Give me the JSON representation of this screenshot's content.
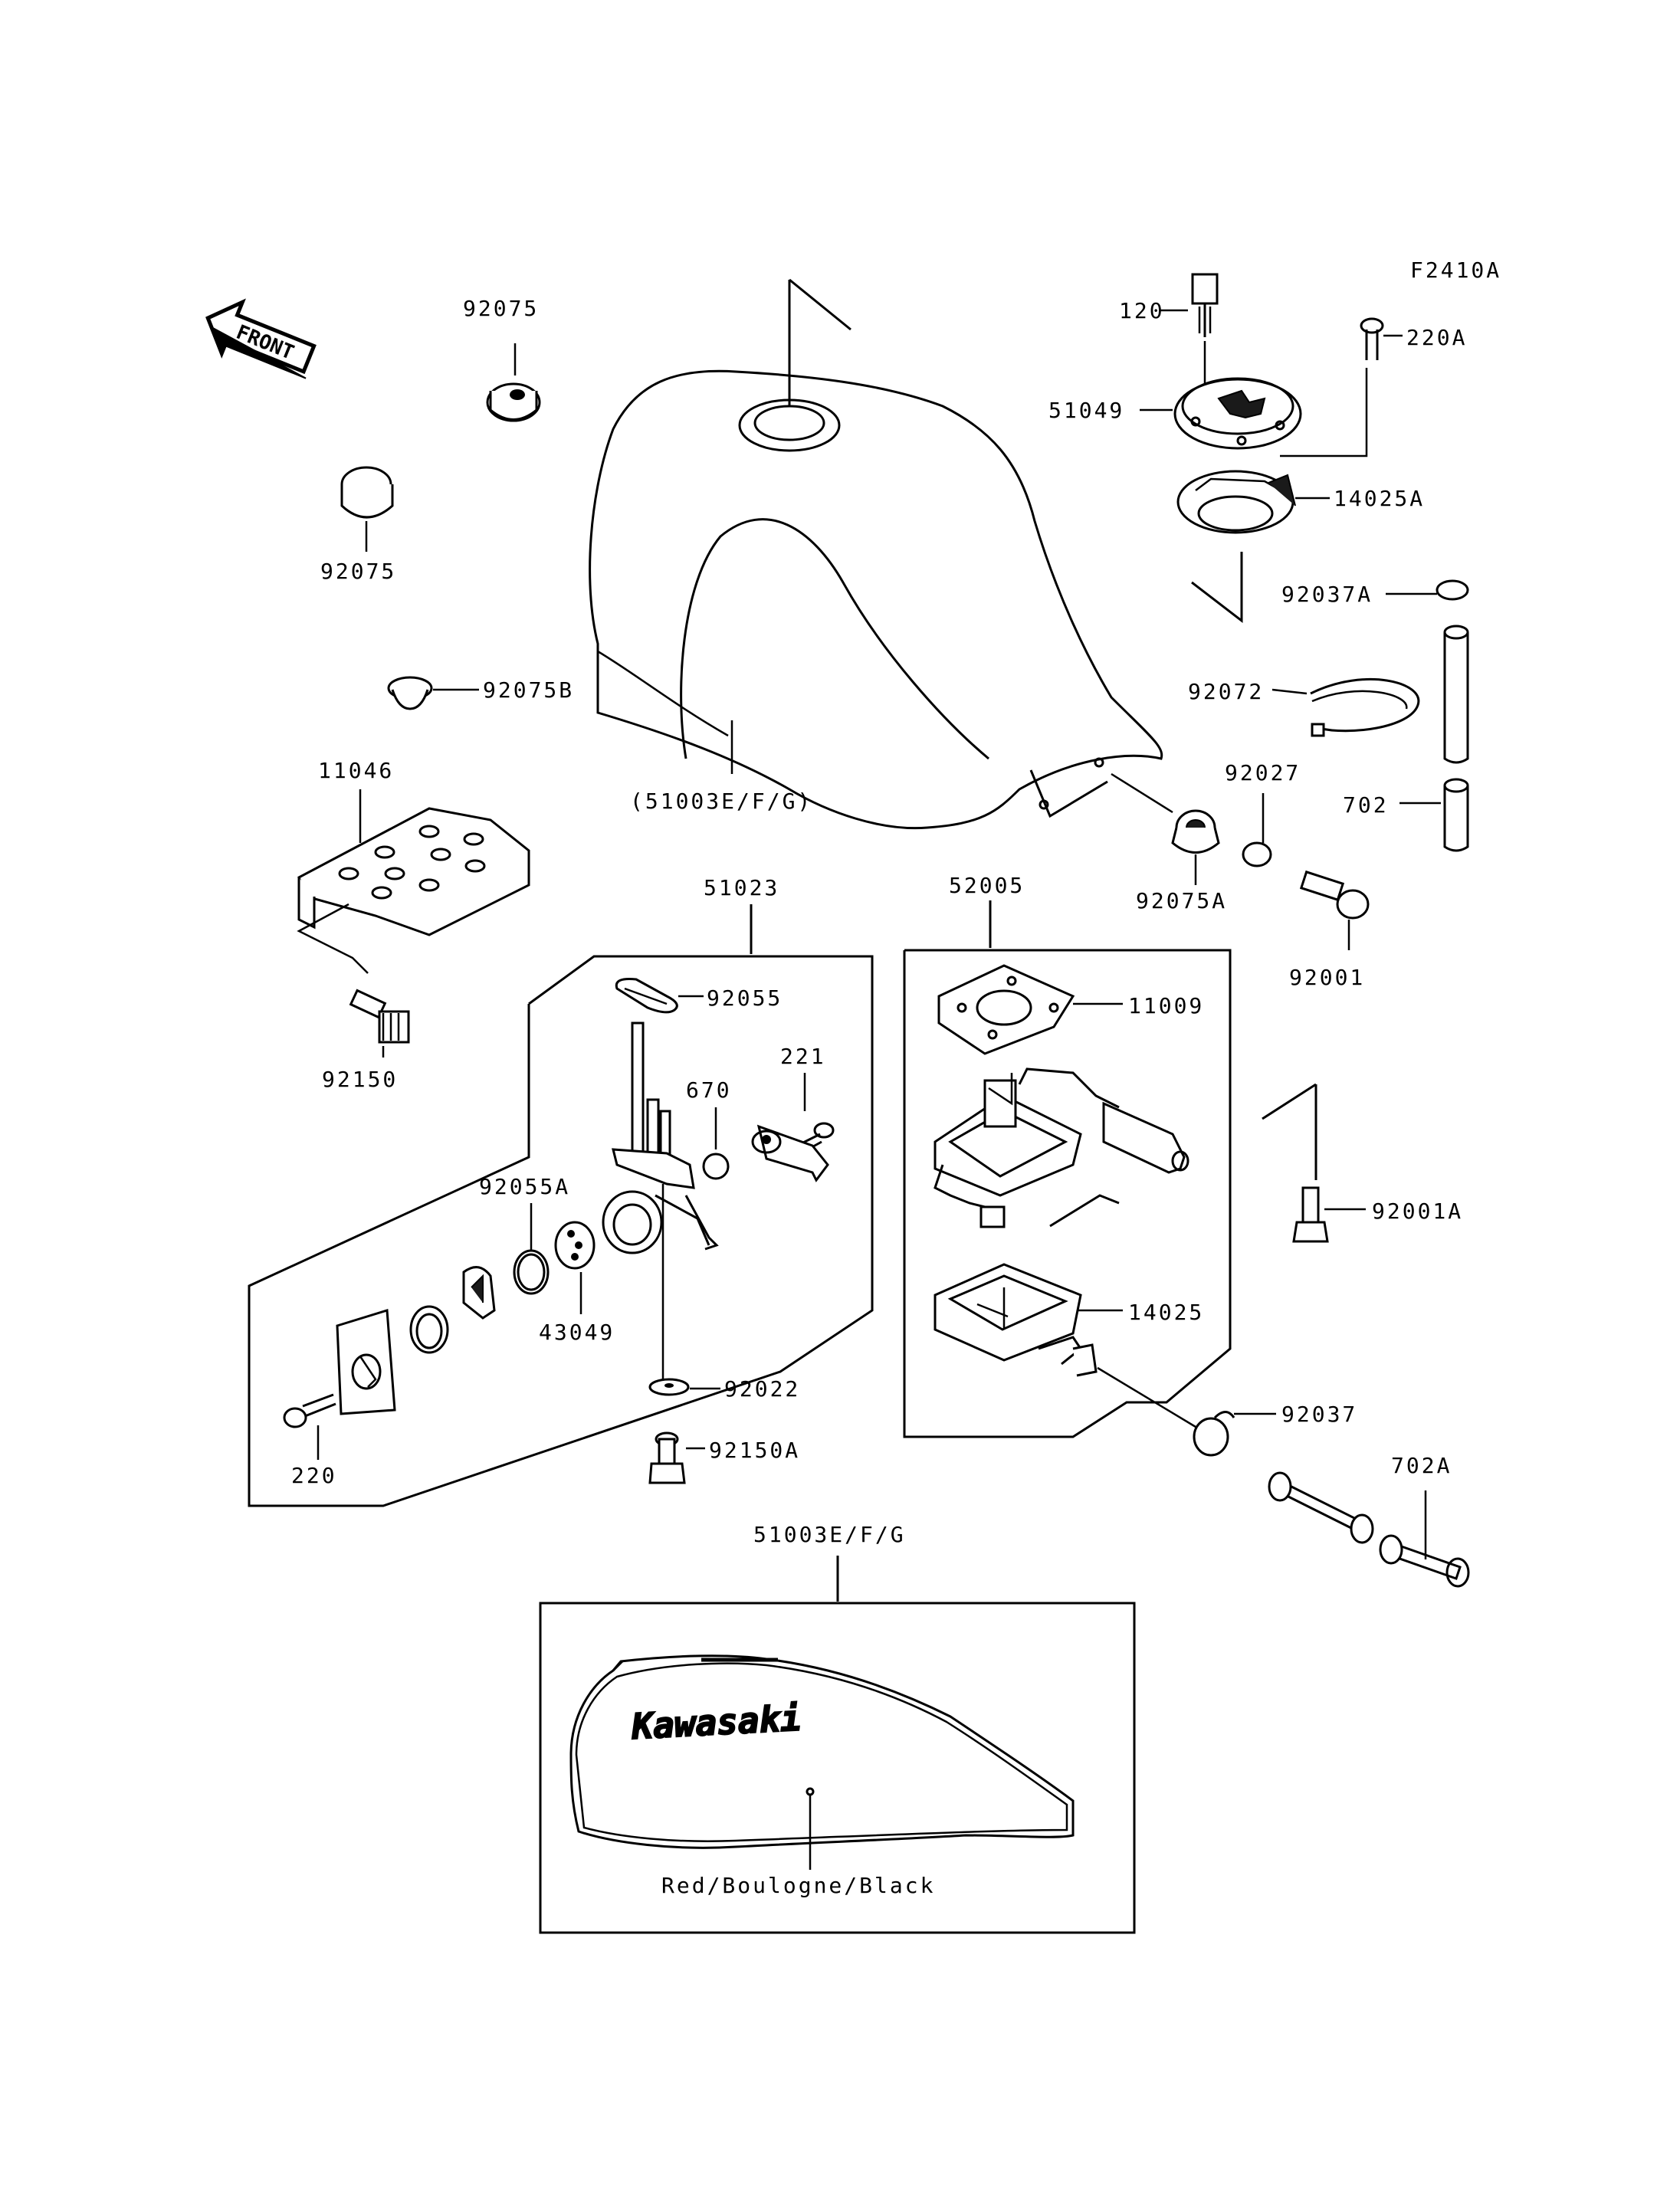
{
  "figure_code": "F2410A",
  "front_arrow_text": "FRONT",
  "decal_text": "Kawasaki",
  "color_caption": "Red/Boulogne/Black",
  "labels": {
    "p92075_top": "92075",
    "p92075_bottom": "92075",
    "p92075B": "92075B",
    "p11046": "11046",
    "p92150": "92150",
    "p51003_tank": "(51003E/F/G)",
    "p51003_panel": "51003E/F/G",
    "p120": "120",
    "p220A": "220A",
    "p51049": "51049",
    "p14025A": "14025A",
    "p92037A": "92037A",
    "p92072": "92072",
    "p702": "702",
    "p92027": "92027",
    "p92075A": "92075A",
    "p92001": "92001",
    "p51023": "51023",
    "p92055": "92055",
    "p221": "221",
    "p670": "670",
    "p92055A": "92055A",
    "p43049": "43049",
    "p92022": "92022",
    "p92150A": "92150A",
    "p220": "220",
    "p52005": "52005",
    "p11009": "11009",
    "p14025": "14025",
    "p92001A": "92001A",
    "p92037": "92037",
    "p702A": "702A"
  }
}
